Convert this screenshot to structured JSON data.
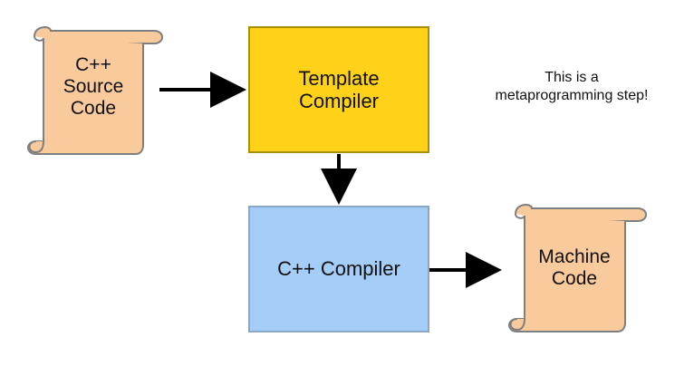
{
  "nodes": {
    "cpp_source": {
      "line1": "C++",
      "line2": "Source",
      "line3": "Code"
    },
    "template_compiler": {
      "line1": "Template",
      "line2": "Compiler"
    },
    "cpp_compiler": {
      "label": "C++ Compiler"
    },
    "machine_code": {
      "line1": "Machine",
      "line2": "Code"
    }
  },
  "note": {
    "line1": "This is a",
    "line2": "metaprogramming step!"
  },
  "colors": {
    "scroll_fill": "#F9CB9C",
    "scroll_stroke": "#7F7F7F",
    "template_fill": "#FFD219",
    "template_stroke": "#A89000",
    "compiler_fill": "#A4CDF8",
    "compiler_stroke": "#8AA7C6",
    "arrow": "#000000"
  }
}
